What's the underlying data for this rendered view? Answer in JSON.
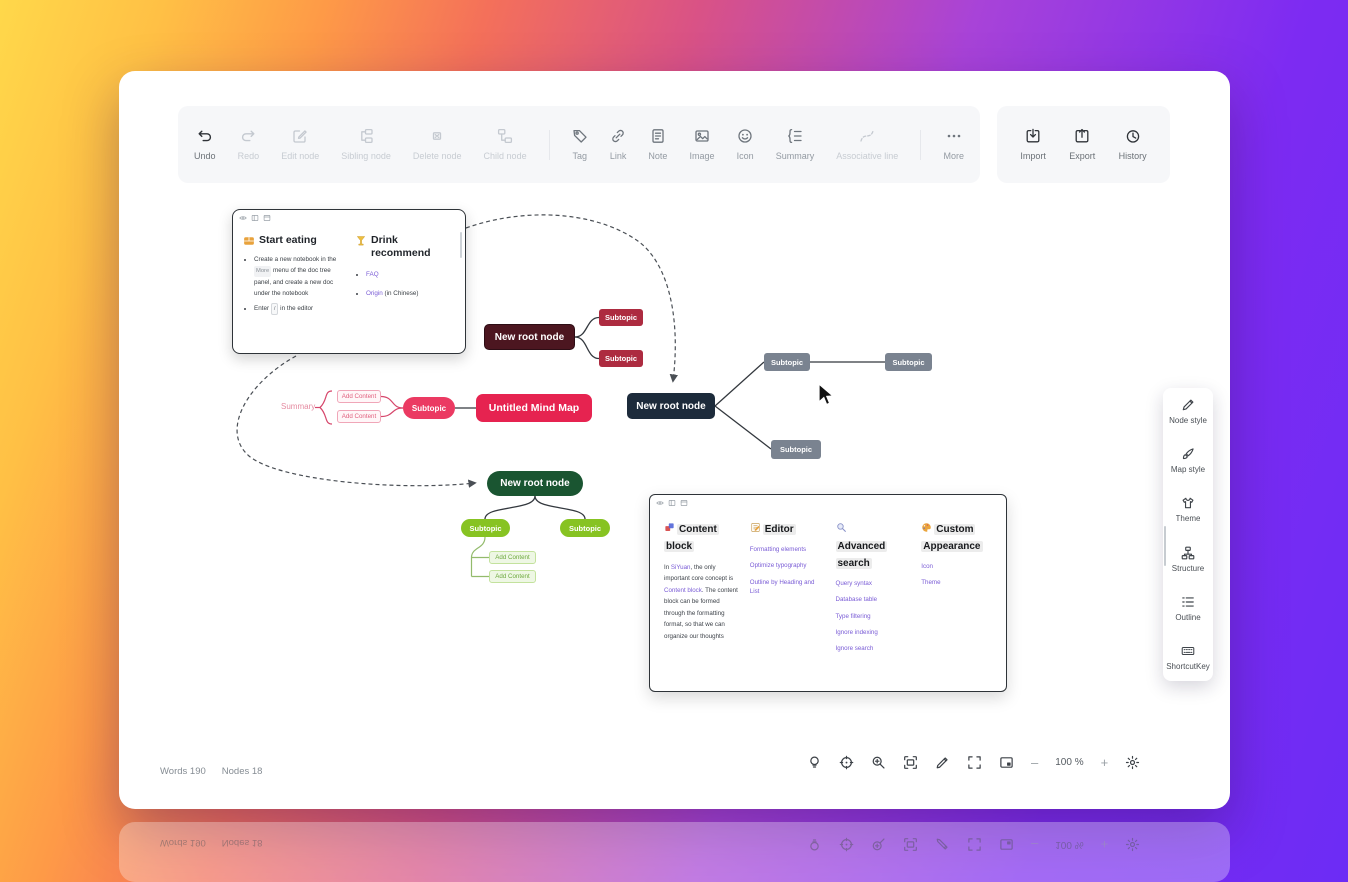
{
  "toolbar": {
    "left": [
      {
        "label": "Undo",
        "icon": "undo-icon"
      },
      {
        "label": "Redo",
        "icon": "redo-icon"
      },
      {
        "label": "Edit node",
        "icon": "edit-node-icon"
      },
      {
        "label": "Sibling node",
        "icon": "sibling-node-icon"
      },
      {
        "label": "Delete node",
        "icon": "delete-node-icon"
      },
      {
        "label": "Child node",
        "icon": "child-node-icon"
      },
      {
        "label": "Tag",
        "icon": "tag-icon"
      },
      {
        "label": "Link",
        "icon": "link-icon"
      },
      {
        "label": "Note",
        "icon": "note-icon"
      },
      {
        "label": "Image",
        "icon": "image-icon"
      },
      {
        "label": "Icon",
        "icon": "emoticon-icon"
      },
      {
        "label": "Summary",
        "icon": "summary-icon"
      },
      {
        "label": "Associative line",
        "icon": "associative-line-icon"
      },
      {
        "label": "More",
        "icon": "more-icon"
      }
    ],
    "right": [
      {
        "label": "Import",
        "icon": "import-icon"
      },
      {
        "label": "Export",
        "icon": "export-icon"
      },
      {
        "label": "History",
        "icon": "history-icon"
      }
    ]
  },
  "note_card": {
    "title1": "Start eating",
    "title1_icon": "bento-icon",
    "bullet1_pre": "Create a new notebook in the ",
    "bullet1_tag": "More",
    "bullet1_post": " menu of the doc tree panel, and create a new doc under the notebook",
    "bullet2_pre": "Enter ",
    "bullet2_key": "/",
    "bullet2_post": " in the editor",
    "title2": "Drink recommend",
    "title2_icon": "cocktail-icon",
    "link1": "FAQ",
    "link2": "Origin",
    "link2_suffix": " (in Chinese)"
  },
  "mindmap": {
    "red_root": "New root node",
    "red_sub1": "Subtopic",
    "red_sub2": "Subtopic",
    "navy_root": "New root node",
    "gray_sub1": "Subtopic",
    "gray_sub2": "Subtopic",
    "gray_sub3": "Subtopic",
    "pink_root": "Untitled Mind Map",
    "pink_sub": "Subtopic",
    "summary": "Summary",
    "pink_chip1": "Add Content",
    "pink_chip2": "Add Content",
    "green_root": "New root node",
    "green_sub1": "Subtopic",
    "green_sub2": "Subtopic",
    "green_chip1": "Add Content",
    "green_chip2": "Add Content"
  },
  "doc_card": {
    "col1": {
      "icon": "blocks-icon",
      "title_line1": "Content",
      "title_line2": "block",
      "body": {
        "pre": "In ",
        "link1": "SiYuan",
        "mid": ", the only important core concept is ",
        "link2": "Content block",
        "post": ". The content block can be formed through the formatting format, so that we can organize our thoughts"
      }
    },
    "col2": {
      "icon": "memo-icon",
      "title": "Editor",
      "links": [
        "Formatting elements",
        "Optimize typography",
        "Outline by Heading and List"
      ]
    },
    "col3": {
      "icon": "magnifier-icon",
      "title_line1": "Advanced",
      "title_line2": "search",
      "links": [
        "Query syntax",
        "Database table",
        "Type filtering",
        "Ignore indexing",
        "Ignore search"
      ]
    },
    "col4": {
      "icon": "palette-icon",
      "title_line1": "Custom",
      "title_line2": "Appearance",
      "links": [
        "Icon",
        "Theme"
      ]
    }
  },
  "sidebar": {
    "items": [
      {
        "label": "Node style",
        "icon": "pen-icon"
      },
      {
        "label": "Map style",
        "icon": "brush-icon"
      },
      {
        "label": "Theme",
        "icon": "shirt-icon"
      },
      {
        "label": "Structure",
        "icon": "structure-icon"
      },
      {
        "label": "Outline",
        "icon": "outline-icon"
      },
      {
        "label": "ShortcutKey",
        "icon": "keyboard-icon"
      }
    ]
  },
  "statusbar": {
    "words_label": "Words",
    "words_value": "190",
    "nodes_label": "Nodes",
    "nodes_value": "18",
    "minus": "–",
    "zoom_value": "100",
    "zoom_unit": "%",
    "plus": "+"
  },
  "colors": {
    "red_root": "#4c1620",
    "red_sub": "#ad2b40",
    "navy_root": "#1d2b3b",
    "gray_sub": "#7a8390",
    "pink_root": "#e62350",
    "green_root": "#1a5531",
    "green_sub": "#87c322",
    "link_purple": "#7a5cd6"
  }
}
